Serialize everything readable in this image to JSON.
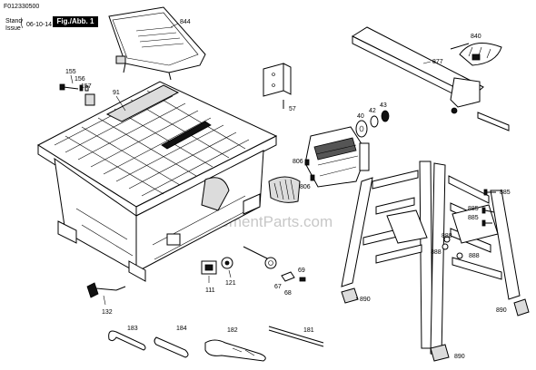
{
  "header": {
    "doc_number": "F012330500",
    "stand_label": "Stand",
    "issue_label": "Issue",
    "issue_date": "06-10-14",
    "fig_label": "Fig./Abb. 1"
  },
  "watermark": "eReplacementParts.com",
  "part_labels": {
    "p844": "844",
    "p155": "155",
    "p156": "156",
    "p157": "157",
    "p91": "91",
    "p57": "57",
    "p840": "840",
    "p877": "877",
    "p43": "43",
    "p40": "40",
    "p42": "42",
    "p806a": "806",
    "p806b": "806",
    "p885a": "885",
    "p885b": "885",
    "p885c": "885",
    "p888a": "888",
    "p888b": "888",
    "p888c": "888",
    "p69": "69",
    "p67": "67",
    "p68": "68",
    "p111": "111",
    "p121": "121",
    "p132": "132",
    "p890a": "890",
    "p890b": "890",
    "p890c": "890",
    "p183": "183",
    "p184": "184",
    "p182": "182",
    "p181": "181"
  }
}
